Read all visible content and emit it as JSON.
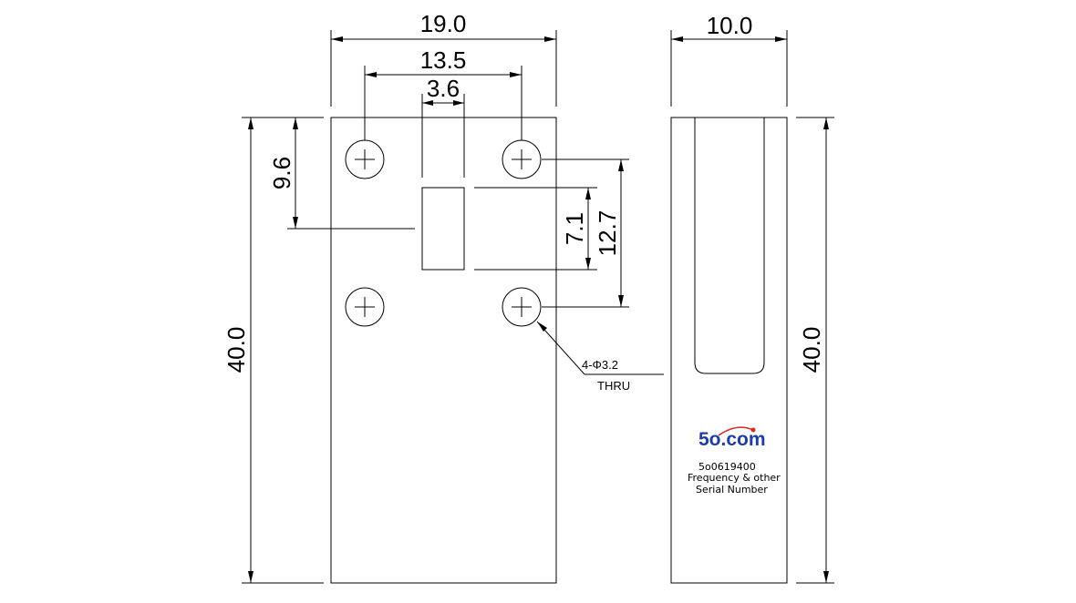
{
  "front_view": {
    "width_dim": "19.0",
    "hole_spacing_dim": "13.5",
    "slot_width_dim": "3.6",
    "slot_offset_dim": "9.6",
    "slot_height_dim": "7.1",
    "hole_vertical_spacing_dim": "12.7",
    "height_dim": "40.0",
    "hole_callout": "4-Φ3.2",
    "hole_callout_note": "THRU"
  },
  "side_view": {
    "width_dim": "10.0",
    "height_dim": "40.0",
    "logo": {
      "text_a": "5o",
      "text_b": ".com",
      "color": "#1f3f9e",
      "accent_color": "#d62a2a"
    },
    "label_lines": [
      "5o0619400",
      "Frequency & other",
      "Serial Number"
    ]
  },
  "colors": {
    "line": "#000000",
    "background": "#ffffff"
  }
}
